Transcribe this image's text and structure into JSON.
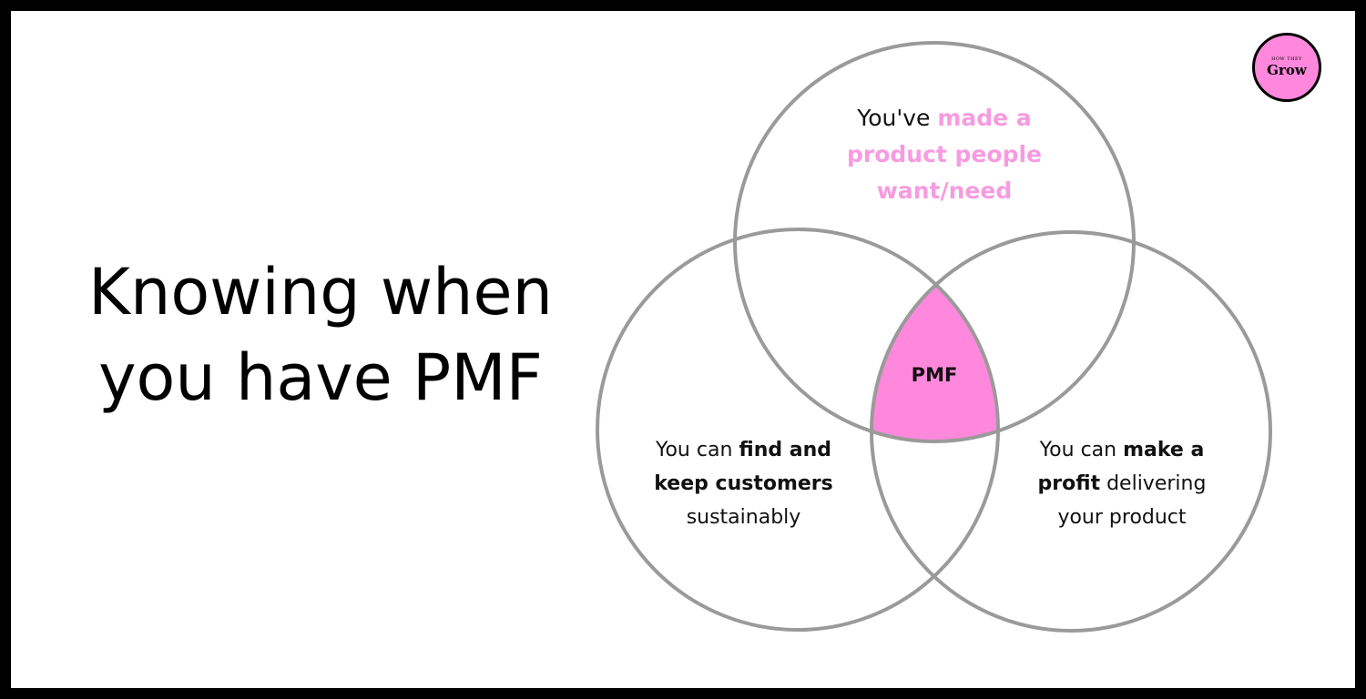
{
  "headline": {
    "line1": "Knowing when",
    "line2": "you have PMF"
  },
  "venn": {
    "top": {
      "prefix": "You've ",
      "highlight_a": "made a",
      "highlight_b": "product people",
      "highlight_c": "want/need"
    },
    "left": {
      "prefix": "You  can ",
      "bold_a": "find and",
      "bold_b": "keep customers",
      "suffix": "sustainably"
    },
    "right": {
      "prefix": "You  can ",
      "bold_a": "make a",
      "bold_b": "profit",
      "middle": " delivering",
      "suffix": "your product"
    },
    "center": "PMF"
  },
  "logo": {
    "small": "HOW THEY",
    "big": "Grow"
  },
  "colors": {
    "frame": "#000000",
    "background": "#ffffff",
    "circle_stroke": "#9a9a9a",
    "accent_pink": "#ff88dd",
    "highlight_text_pink": "#f79be0",
    "text": "#111111"
  }
}
